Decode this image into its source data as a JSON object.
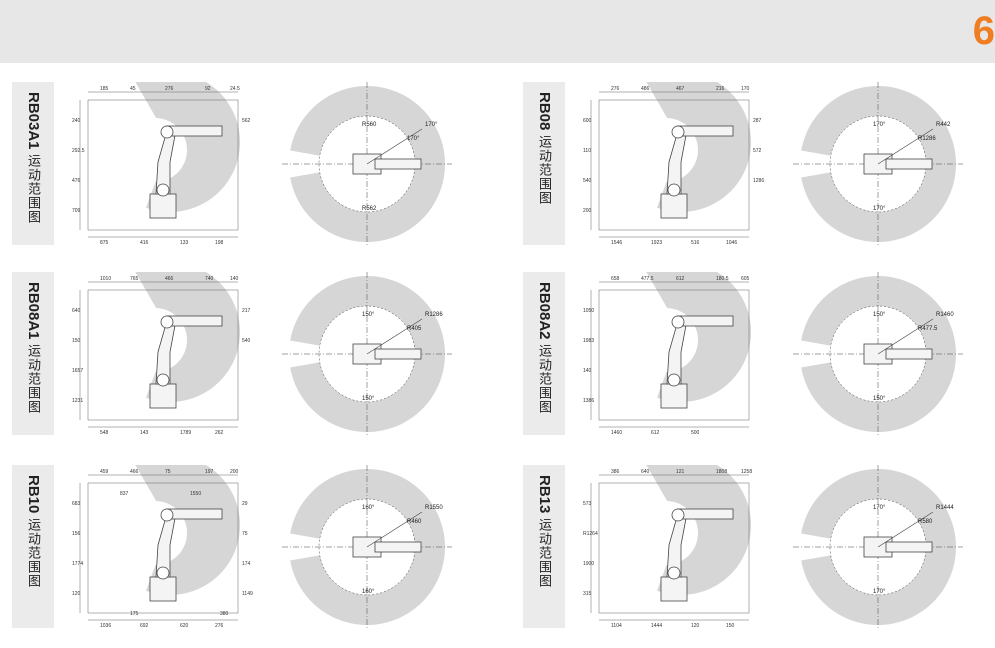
{
  "page": {
    "number": "6",
    "accent": "#ef7d22"
  },
  "diagrams": [
    {
      "model": "RB03A1",
      "caption": "运动范围图",
      "side_dims": [
        "185",
        "45",
        "276",
        "92",
        "24.5",
        "240",
        "292.5",
        "476",
        "709",
        "875",
        "416",
        "133",
        "198",
        "562"
      ],
      "top_dims": [
        "R560",
        "R562",
        "170°",
        "170°"
      ]
    },
    {
      "model": "RB08",
      "caption": "运动范围图",
      "side_dims": [
        "276",
        "486",
        "467",
        "216",
        "170",
        "600",
        "110",
        "540",
        "200",
        "1546",
        "1923",
        "516",
        "1046",
        "287",
        "572",
        "1286"
      ],
      "top_dims": [
        "170°",
        "170°",
        "R1286",
        "R442"
      ]
    },
    {
      "model": "RB08A1",
      "caption": "运动范围图",
      "side_dims": [
        "1010",
        "765",
        "466",
        "740",
        "140",
        "640",
        "150",
        "1657",
        "1231",
        "548",
        "143",
        "1789",
        "262",
        "217",
        "540"
      ],
      "top_dims": [
        "150°",
        "150°",
        "R405",
        "R1286"
      ]
    },
    {
      "model": "RB08A2",
      "caption": "运动范围图",
      "side_dims": [
        "658",
        "477.5",
        "612",
        "180.5",
        "605",
        "1050",
        "1983",
        "140",
        "1386",
        "1460",
        "612",
        "500"
      ],
      "top_dims": [
        "150°",
        "150°",
        "R477.5",
        "R1460"
      ]
    },
    {
      "model": "RB10",
      "caption": "运动范围图",
      "side_dims": [
        "459",
        "466",
        "75",
        "197",
        "200",
        "683",
        "156",
        "1774",
        "120",
        "1036",
        "692",
        "620",
        "276",
        "29",
        "75",
        "174",
        "1149",
        "1550",
        "837",
        "380",
        "175"
      ],
      "top_dims": [
        "160°",
        "160°",
        "R460",
        "R1550"
      ]
    },
    {
      "model": "RB13",
      "caption": "运动范围图",
      "side_dims": [
        "386",
        "640",
        "121",
        "1808",
        "1258",
        "573",
        "R1264",
        "1900",
        "315",
        "1104",
        "1444",
        "120",
        "150"
      ],
      "top_dims": [
        "170°",
        "170°",
        "R580",
        "R1444"
      ]
    }
  ]
}
